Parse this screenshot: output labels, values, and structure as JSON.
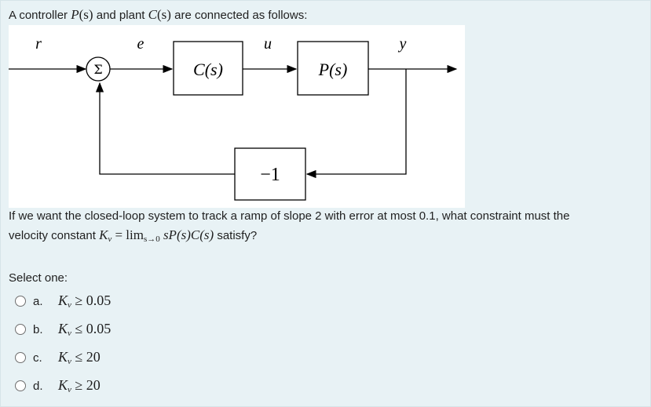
{
  "question": {
    "intro_text": "A controller",
    "intro_P": "P",
    "intro_s1": "(s)",
    "intro_and": "and plant",
    "intro_C": "C",
    "intro_s2": "(s)",
    "intro_tail": "are connected as follows:",
    "prompt_line1": "If we want the closed-loop system to track a ramp of slope 2 with error at most 0.1, what constraint must the",
    "prompt_line2_text": "velocity constant",
    "prompt_Kv_K": "K",
    "prompt_Kv_v": "v",
    "prompt_eq": "= lim",
    "prompt_lim_sub": "s→0",
    "prompt_expr": "sP(s)C(s)",
    "prompt_tail": "satisfy?"
  },
  "diagram": {
    "signal_r": "r",
    "signal_e": "e",
    "signal_u": "u",
    "signal_y": "y",
    "sum_symbol": "Σ",
    "controller_label": "C(s)",
    "plant_label": "P(s)",
    "feedback_gain": "−1"
  },
  "select": {
    "label": "Select one:",
    "options": [
      {
        "letter": "a.",
        "K": "K",
        "v": "v",
        "rel": "≥ 0.05"
      },
      {
        "letter": "b.",
        "K": "K",
        "v": "v",
        "rel": "≤ 0.05"
      },
      {
        "letter": "c.",
        "K": "K",
        "v": "v",
        "rel": "≤ 20"
      },
      {
        "letter": "d.",
        "K": "K",
        "v": "v",
        "rel": "≥ 20"
      }
    ]
  }
}
